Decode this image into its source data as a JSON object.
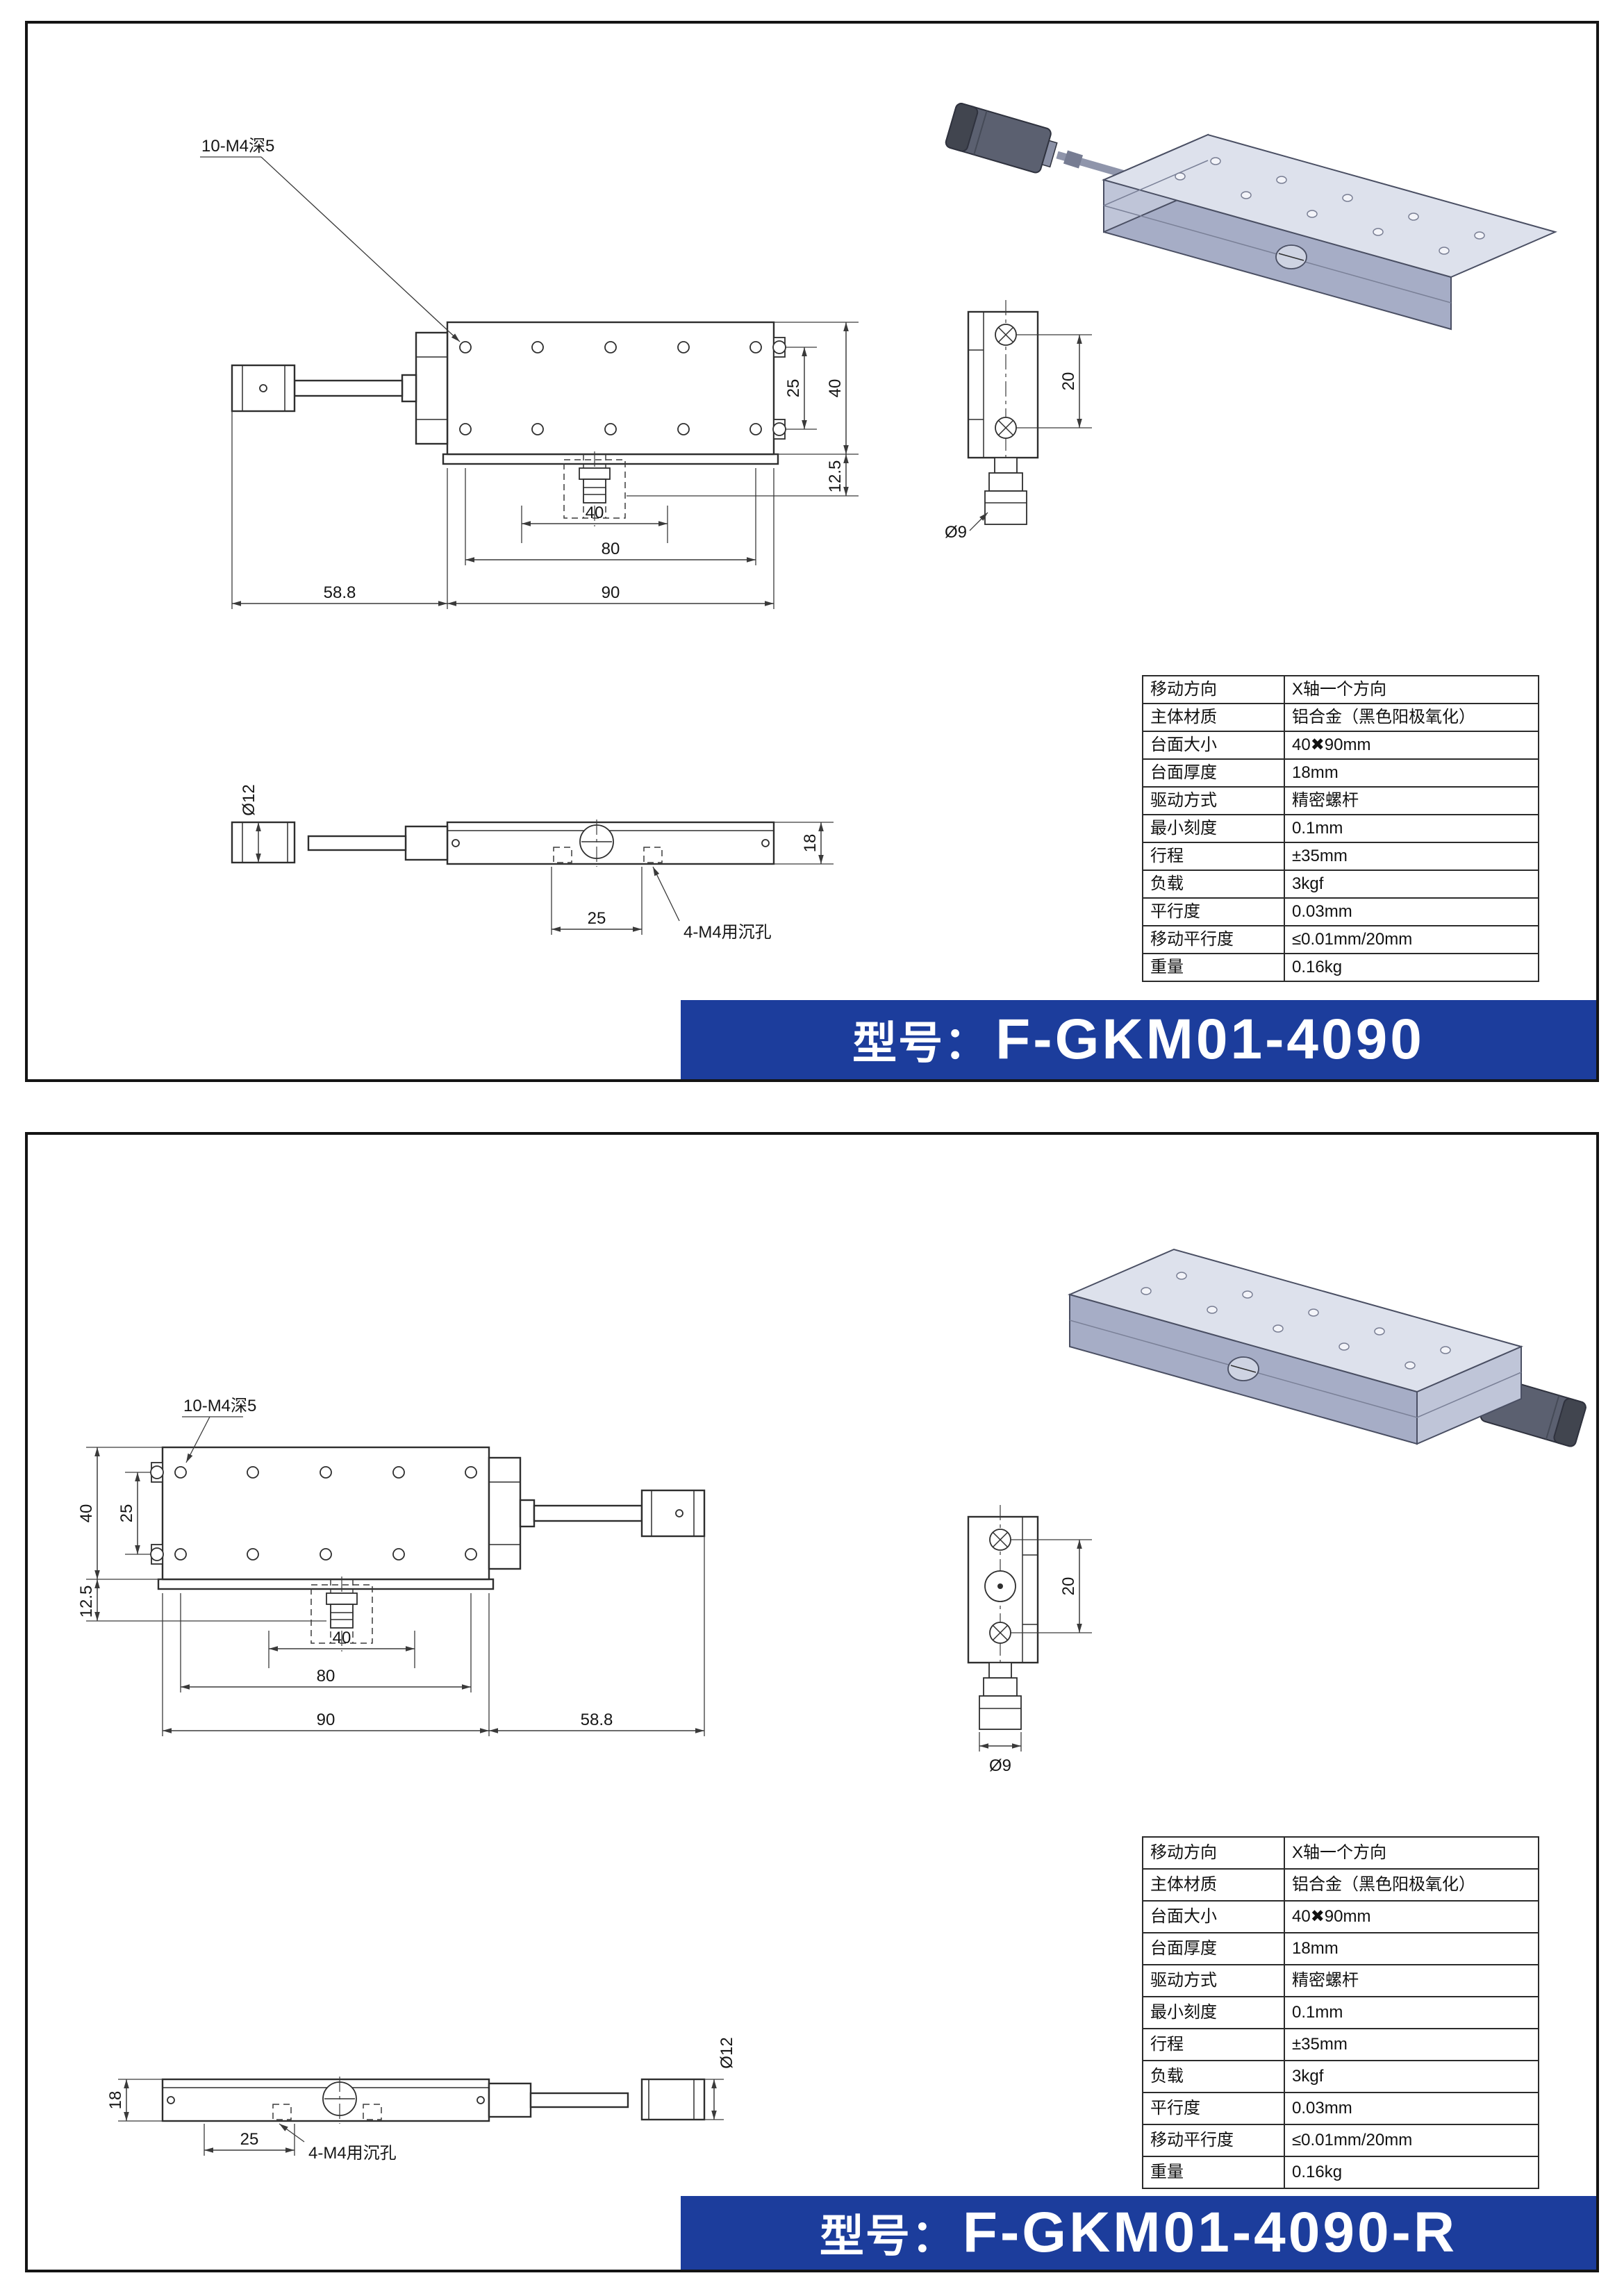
{
  "panel1": {
    "model_prefix": "型号：",
    "model": "F-GKM01-4090",
    "specs": [
      {
        "k": "移动方向",
        "v": "X轴一个方向"
      },
      {
        "k": "主体材质",
        "v": "铝合金（黑色阳极氧化）"
      },
      {
        "k": "台面大小",
        "v": "40✖90mm"
      },
      {
        "k": "台面厚度",
        "v": "18mm"
      },
      {
        "k": "驱动方式",
        "v": "精密螺杆"
      },
      {
        "k": "最小刻度",
        "v": "0.1mm"
      },
      {
        "k": "行程",
        "v": "±35mm"
      },
      {
        "k": "负载",
        "v": "3kgf"
      },
      {
        "k": "平行度",
        "v": "0.03mm"
      },
      {
        "k": "移动平行度",
        "v": "≤0.01mm/20mm"
      },
      {
        "k": "重量",
        "v": "0.16kg"
      }
    ],
    "dims": {
      "note_m4": "10-M4深5",
      "s25": "25",
      "s40": "40",
      "s125": "12.5",
      "b40": "40",
      "b80": "80",
      "b90": "90",
      "b588": "58.8",
      "e20": "20",
      "dia9": "Ø9",
      "dia12": "Ø12",
      "h18": "18",
      "s25b": "25",
      "note_cb": "4-M4用沉孔"
    }
  },
  "panel2": {
    "model_prefix": "型号：",
    "model": "F-GKM01-4090-R",
    "specs": [
      {
        "k": "移动方向",
        "v": "X轴一个方向"
      },
      {
        "k": "主体材质",
        "v": "铝合金（黑色阳极氧化）"
      },
      {
        "k": "台面大小",
        "v": "40✖90mm"
      },
      {
        "k": "台面厚度",
        "v": "18mm"
      },
      {
        "k": "驱动方式",
        "v": "精密螺杆"
      },
      {
        "k": "最小刻度",
        "v": "0.1mm"
      },
      {
        "k": "行程",
        "v": "±35mm"
      },
      {
        "k": "负载",
        "v": "3kgf"
      },
      {
        "k": "平行度",
        "v": "0.03mm"
      },
      {
        "k": "移动平行度",
        "v": "≤0.01mm/20mm"
      },
      {
        "k": "重量",
        "v": "0.16kg"
      }
    ],
    "dims": {
      "note_m4": "10-M4深5",
      "s25": "25",
      "s40": "40",
      "s125": "12.5",
      "b40": "40",
      "b80": "80",
      "b90": "90",
      "b588": "58.8",
      "e20": "20",
      "dia9": "Ø9",
      "dia12": "Ø12",
      "h18": "18",
      "s25b": "25",
      "note_cb": "4-M4用沉孔"
    }
  }
}
